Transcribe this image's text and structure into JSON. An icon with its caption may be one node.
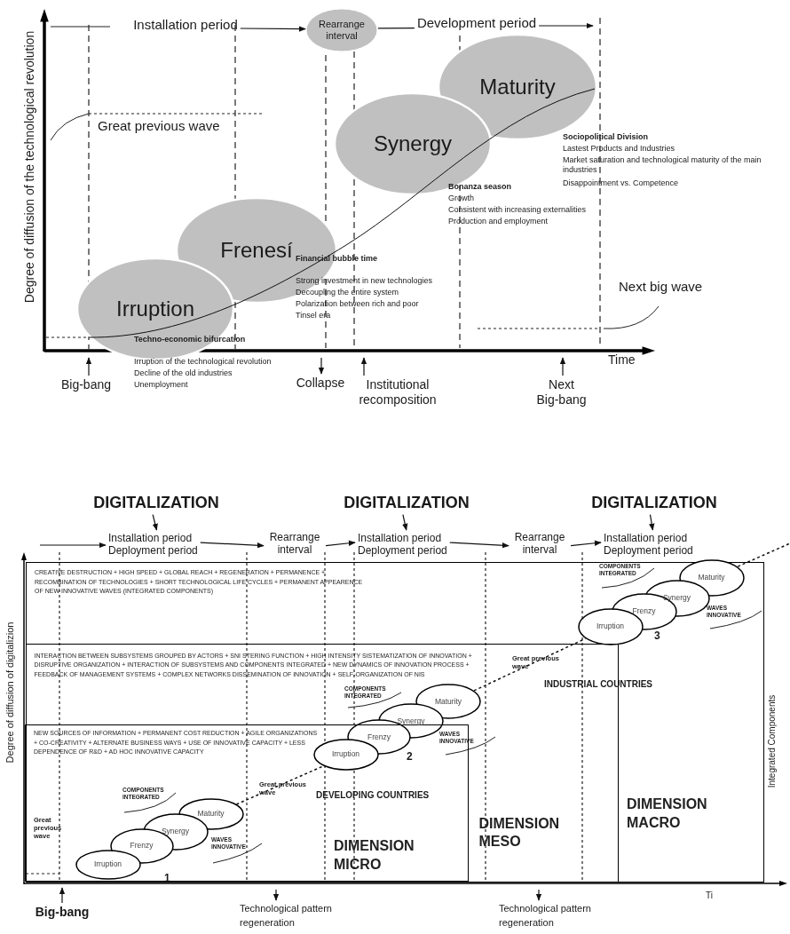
{
  "diagram": {
    "nodes": [
      {
        "text": [
          "Installation period"
        ]
      },
      {
        "text": [
          "Rearrange interval"
        ]
      },
      {
        "text": [
          "Development period"
        ]
      },
      {
        "text": [
          "Irruption"
        ]
      },
      {
        "text": [
          "Frenesí"
        ]
      },
      {
        "text": [
          "Synergy"
        ]
      },
      {
        "text": [
          "Maturity"
        ]
      },
      {
        "text": [
          "Big-bang"
        ]
      },
      {
        "text": [
          "Collapse"
        ]
      },
      {
        "text": [
          "Institutional recomposition"
        ]
      },
      {
        "text": [
          "Next Big-bang"
        ]
      },
      {
        "text": [
          "DIGITALIZATION"
        ]
      },
      {
        "text": [
          "DIGITALIZATION"
        ]
      },
      {
        "text": [
          "DIGITALIZATION"
        ]
      },
      {
        "text": [
          "Installation period",
          "Deployment period"
        ]
      },
      {
        "text": [
          "Rearrange interval"
        ]
      },
      {
        "text": [
          "Installation period",
          "Deployment period"
        ]
      },
      {
        "text": [
          "Rearrange interval"
        ]
      },
      {
        "text": [
          "Installation period",
          "Deployment period"
        ]
      },
      {
        "text": [
          "CREATIVE DESTRUCTION + HIGH SPEED + GLOBAL REACH + REGENERATION + PERMANENCE + RECOMBINATION OF TECHNOLOGIES + SHORT TECHNOLOGICAL LIFE CYCLES + PERMANENT APPEARENCE OF NEW INNOVATIVE WAVES (INTEGRATED COMPONENTS)",
          "DIMENSION MACRO"
        ]
      },
      {
        "text": [
          "INTERACTION BETWEEN SUBSYSTEMS GROUPED BY ACTORS + SNI STERING FUNCTION + HIGH INTENSITY SISTEMATIZATION OF INNOVATION + DISRUPTIVE ORGANIZATION + INTERACTION OF SUBSYSTEMS AND COMPONENTS INTEGRATED + NEW DYNAMICS OF INNOVATION PROCESS + FEEDBACK OF MANAGEMENT SYSTEMS + COMPLEX NETWORKS DISSEMINATION OF INNOVATION + SELF-ORGANIZATION OF NIS",
          "DIMENSION MESO"
        ],
        "in": 19
      },
      {
        "text": [
          "NEW SOURCES OF INFORMATION + PERMANENT COST REDUCTION + AGILE ORGANIZATIONS + CO-CREATIVITY + ALTERNATE BUSINESS WAYS + USE OF INNOVATIVE CAPACITY + LESS DEPENDENCE OF R&D + AD HOC INNOVATIVE CAPACITY",
          "DIMENSION MICRO"
        ],
        "in": 20
      },
      {
        "text": [
          "Irruption"
        ],
        "in": 19
      },
      {
        "text": [
          "Frenzy"
        ],
        "in": 19
      },
      {
        "text": [
          "Synergy"
        ],
        "in": 19
      },
      {
        "text": [
          "Maturity"
        ],
        "in": 19
      },
      {
        "text": [
          "Irruption"
        ],
        "in": 21
      },
      {
        "text": [
          "Frenzy"
        ],
        "in": 20
      },
      {
        "text": [
          "Synergy"
        ],
        "in": 20
      },
      {
        "text": [
          "Maturity"
        ],
        "in": 20
      },
      {
        "text": [
          "Irruption"
        ],
        "in": 21
      },
      {
        "text": [
          "Frenzy"
        ],
        "in": 21
      },
      {
        "text": [
          "Synergy"
        ],
        "in": 21
      },
      {
        "text": [
          "Maturity"
        ],
        "in": 21
      },
      {
        "text": [
          "Big-bang"
        ]
      },
      {
        "text": [
          "Technological pattern regeneration"
        ]
      },
      {
        "text": [
          "Technological pattern regeneration"
        ]
      }
    ],
    "edges": [
      {
        "from": 0,
        "to": 1,
        "arrow": "to"
      },
      {
        "from": 1,
        "to": 2,
        "arrow": "none"
      },
      {
        "from": 2,
        "to": null,
        "arrow": "to"
      },
      {
        "from": 7,
        "to": null,
        "arrow": "to"
      },
      {
        "from": null,
        "to": 8,
        "arrow": "to"
      },
      {
        "from": 9,
        "to": null,
        "arrow": "to"
      },
      {
        "from": 10,
        "to": null,
        "arrow": "to"
      },
      {
        "from": 11,
        "to": 14,
        "arrow": "to"
      },
      {
        "from": 12,
        "to": 16,
        "arrow": "to"
      },
      {
        "from": 13,
        "to": 18,
        "arrow": "to"
      },
      {
        "from": null,
        "to": 14,
        "arrow": "to"
      },
      {
        "from": 14,
        "to": 15,
        "arrow": "to"
      },
      {
        "from": 15,
        "to": 16,
        "arrow": "to"
      },
      {
        "from": 16,
        "to": 17,
        "arrow": "to"
      },
      {
        "from": 17,
        "to": 18,
        "arrow": "to"
      },
      {
        "from": 33,
        "to": 26,
        "arrow": "none",
        "style": "dashed"
      },
      {
        "from": 29,
        "to": 22,
        "arrow": "none",
        "style": "dashed"
      },
      {
        "from": 25,
        "to": null,
        "arrow": "none",
        "style": "dashed"
      },
      {
        "from": 34,
        "to": null,
        "arrow": "to"
      },
      {
        "from": null,
        "to": 35,
        "arrow": "to"
      },
      {
        "from": null,
        "to": 36,
        "arrow": "to"
      }
    ],
    "labels": [
      "Degree of diffusion of the technological revolution",
      "Great previous wave",
      "Techno-economic bifurcation",
      "Irruption of the technological revolution",
      "Decline of the old industries",
      "Unemployment",
      "Financial bubble time",
      "Strong investment in new technologies",
      "Decoupling the entire system",
      "Polarization between rich and poor",
      "Tinsel era",
      "Bonanza season",
      "Growth",
      "Consistent with increasing externalities",
      "Production and employment",
      "Sociopolitical Division",
      "Lastest Products and Industries",
      "Market saturation and technological maturity of the main industries",
      "Disappointment vs. Competence",
      "Next big wave",
      "Time",
      "Degree of diffusion of digitalizion",
      "COMPONENTS INTEGRATED",
      "WAVES INNOVATIVE",
      "3",
      "Great previous wave",
      "INDUSTRIAL COUNTRIES",
      "COMPONENTS INTEGRATED",
      "WAVES INNOVATIVE",
      "2",
      "Great previous wave",
      "DEVELOPING COUNTRIES",
      "COMPONENTS INTEGRATED",
      "Great previous wave",
      "WAVES INNOVATIVE",
      "1",
      "Integrated Components",
      "Ti"
    ]
  }
}
